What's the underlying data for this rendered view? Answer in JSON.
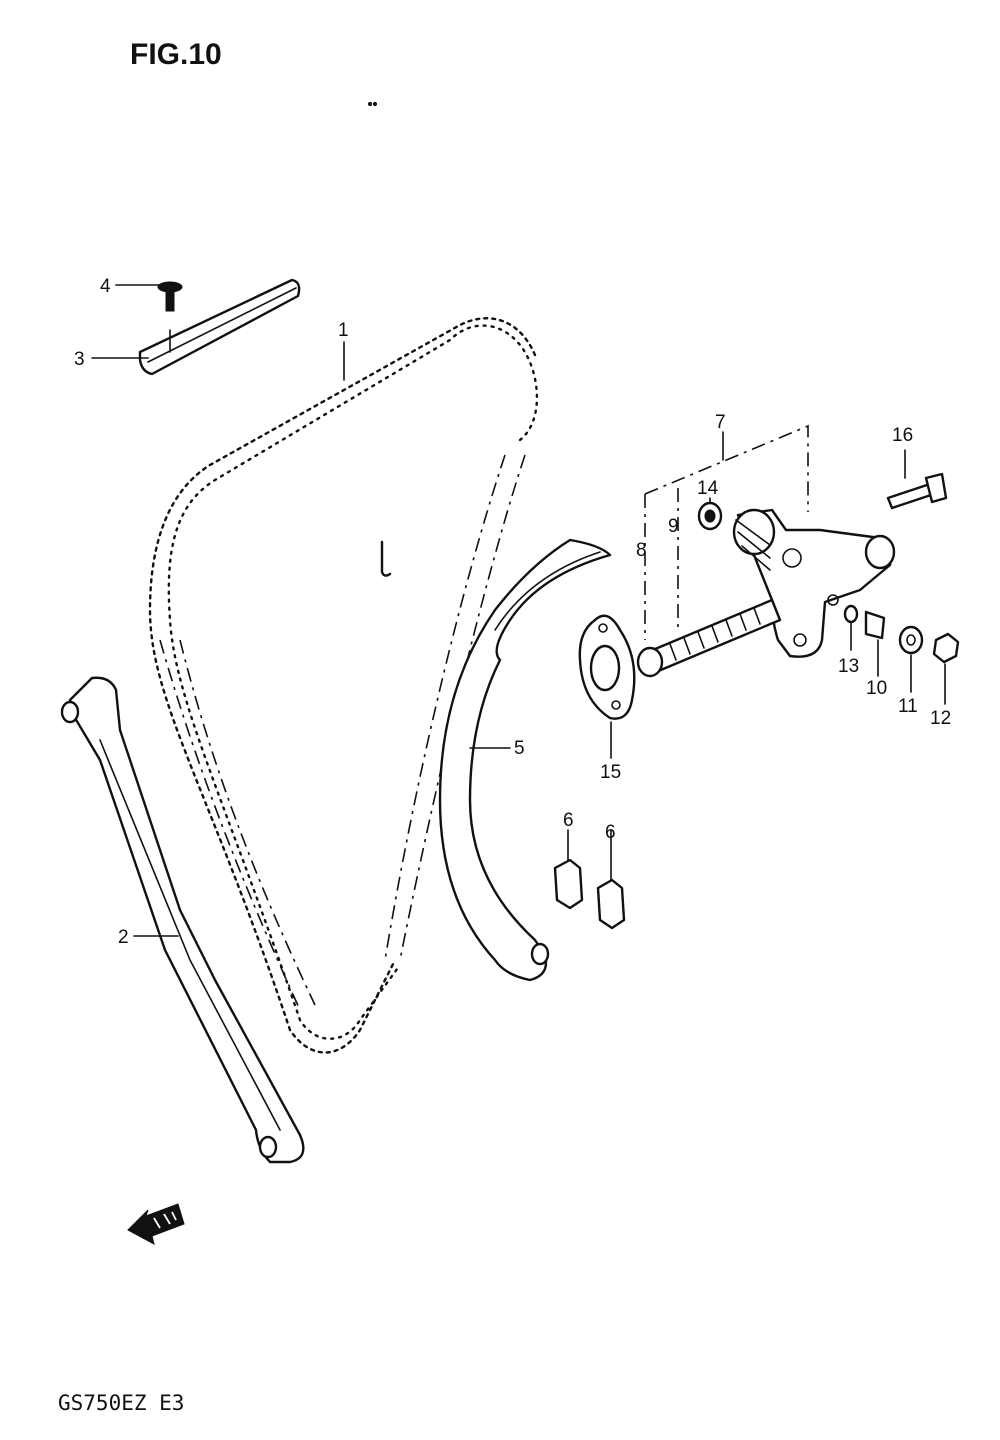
{
  "figure": {
    "title": "FIG.10",
    "model_code": "GS750EZ E3"
  },
  "callouts": [
    {
      "id": "chain",
      "label": "1"
    },
    {
      "id": "guide-front",
      "label": "2"
    },
    {
      "id": "guide-top",
      "label": "3"
    },
    {
      "id": "guide-top-screw",
      "label": "4"
    },
    {
      "id": "guide-rear",
      "label": "5"
    },
    {
      "id": "guide-pin-a",
      "label": "6"
    },
    {
      "id": "guide-pin-b",
      "label": "6"
    },
    {
      "id": "tensioner-assembly",
      "label": "7"
    },
    {
      "id": "push-rod",
      "label": "8"
    },
    {
      "id": "spring",
      "label": "9"
    },
    {
      "id": "stopper-bolt",
      "label": "10"
    },
    {
      "id": "washer",
      "label": "11"
    },
    {
      "id": "nut",
      "label": "12"
    },
    {
      "id": "o-ring",
      "label": "13"
    },
    {
      "id": "cap",
      "label": "14"
    },
    {
      "id": "gasket",
      "label": "15"
    },
    {
      "id": "mounting-bolt",
      "label": "16"
    }
  ],
  "direction_marker": {
    "icon": "front-arrow-icon"
  }
}
